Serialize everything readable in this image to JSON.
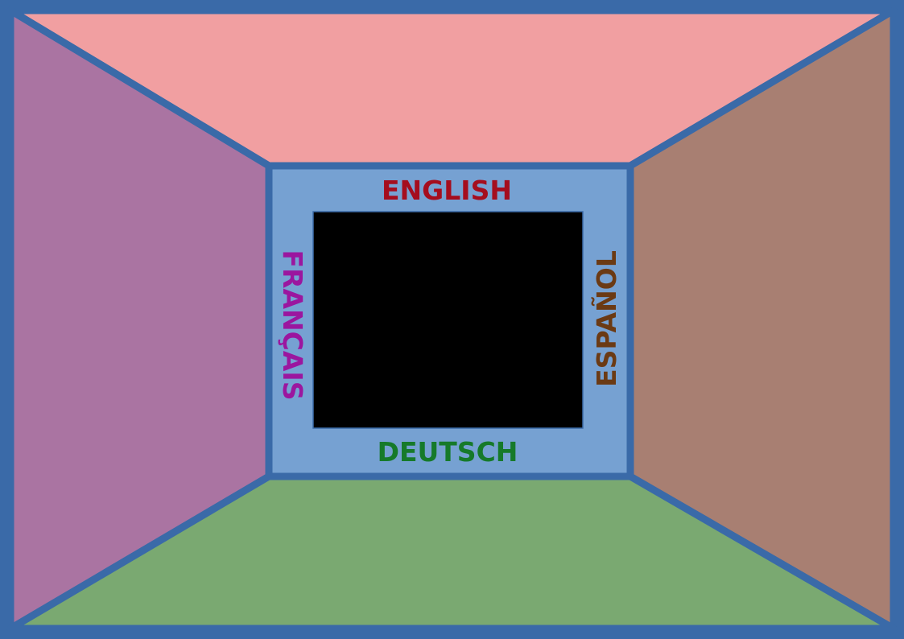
{
  "languages": {
    "top": {
      "label": "ENGLISH",
      "color": "#a50d1e"
    },
    "left": {
      "label": "FRANÇAIS",
      "color": "#9b169f"
    },
    "right": {
      "label": "ESPAÑOL",
      "color": "#6b3a14"
    },
    "bottom": {
      "label": "DEUTSCH",
      "color": "#167a2a"
    }
  },
  "colors": {
    "frame": "#3a6aa8",
    "ceiling": "#f19fa1",
    "left_wall": "#aa74a2",
    "right_wall": "#a87f72",
    "floor": "#7aa971",
    "back_wall": "#76a1d2",
    "screen": "#000000"
  }
}
